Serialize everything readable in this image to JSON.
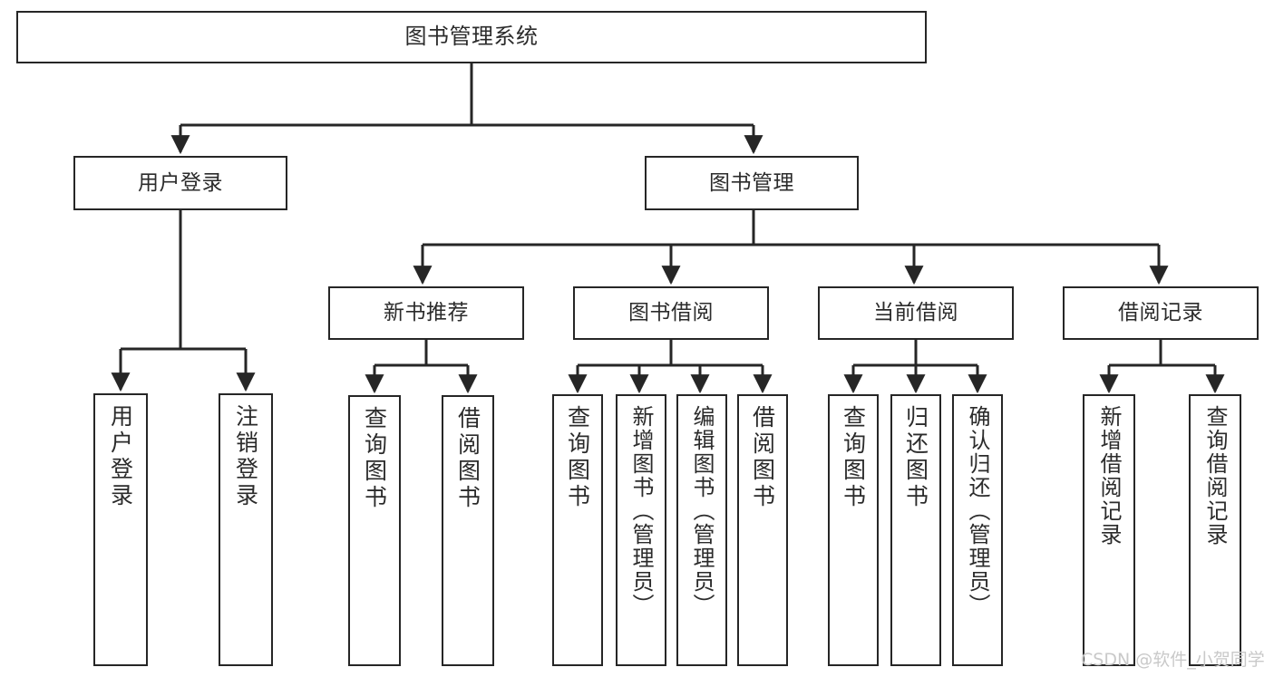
{
  "diagram": {
    "title": "图书管理系统",
    "type": "tree",
    "watermark": "CSDN @软件_小贺同学",
    "colors": {
      "box_border": "#262626",
      "box_fill": "#ffffff",
      "connector": "#262626",
      "text": "#2b2b2b",
      "watermark": "#c9c9c9",
      "background": "#ffffff"
    },
    "levels": {
      "root": {
        "label": "图书管理系统"
      },
      "level2": [
        {
          "label": "用户登录"
        },
        {
          "label": "图书管理"
        }
      ],
      "level3": [
        {
          "label": "新书推荐"
        },
        {
          "label": "图书借阅"
        },
        {
          "label": "当前借阅"
        },
        {
          "label": "借阅记录"
        }
      ],
      "leaves": {
        "user_login": [
          {
            "label": "用户登录"
          },
          {
            "label": "注销登录"
          }
        ],
        "new_book_recommend": [
          {
            "label": "查询图书"
          },
          {
            "label": "借阅图书"
          }
        ],
        "book_borrow": [
          {
            "label": "查询图书"
          },
          {
            "label": "新增图书（管理员）"
          },
          {
            "label": "编辑图书（管理员）"
          },
          {
            "label": "借阅图书"
          }
        ],
        "current_borrow": [
          {
            "label": "查询图书"
          },
          {
            "label": "归还图书"
          },
          {
            "label": "确认归还（管理员）"
          }
        ],
        "borrow_records": [
          {
            "label": "新增借阅记录"
          },
          {
            "label": "查询借阅记录"
          }
        ]
      }
    }
  }
}
